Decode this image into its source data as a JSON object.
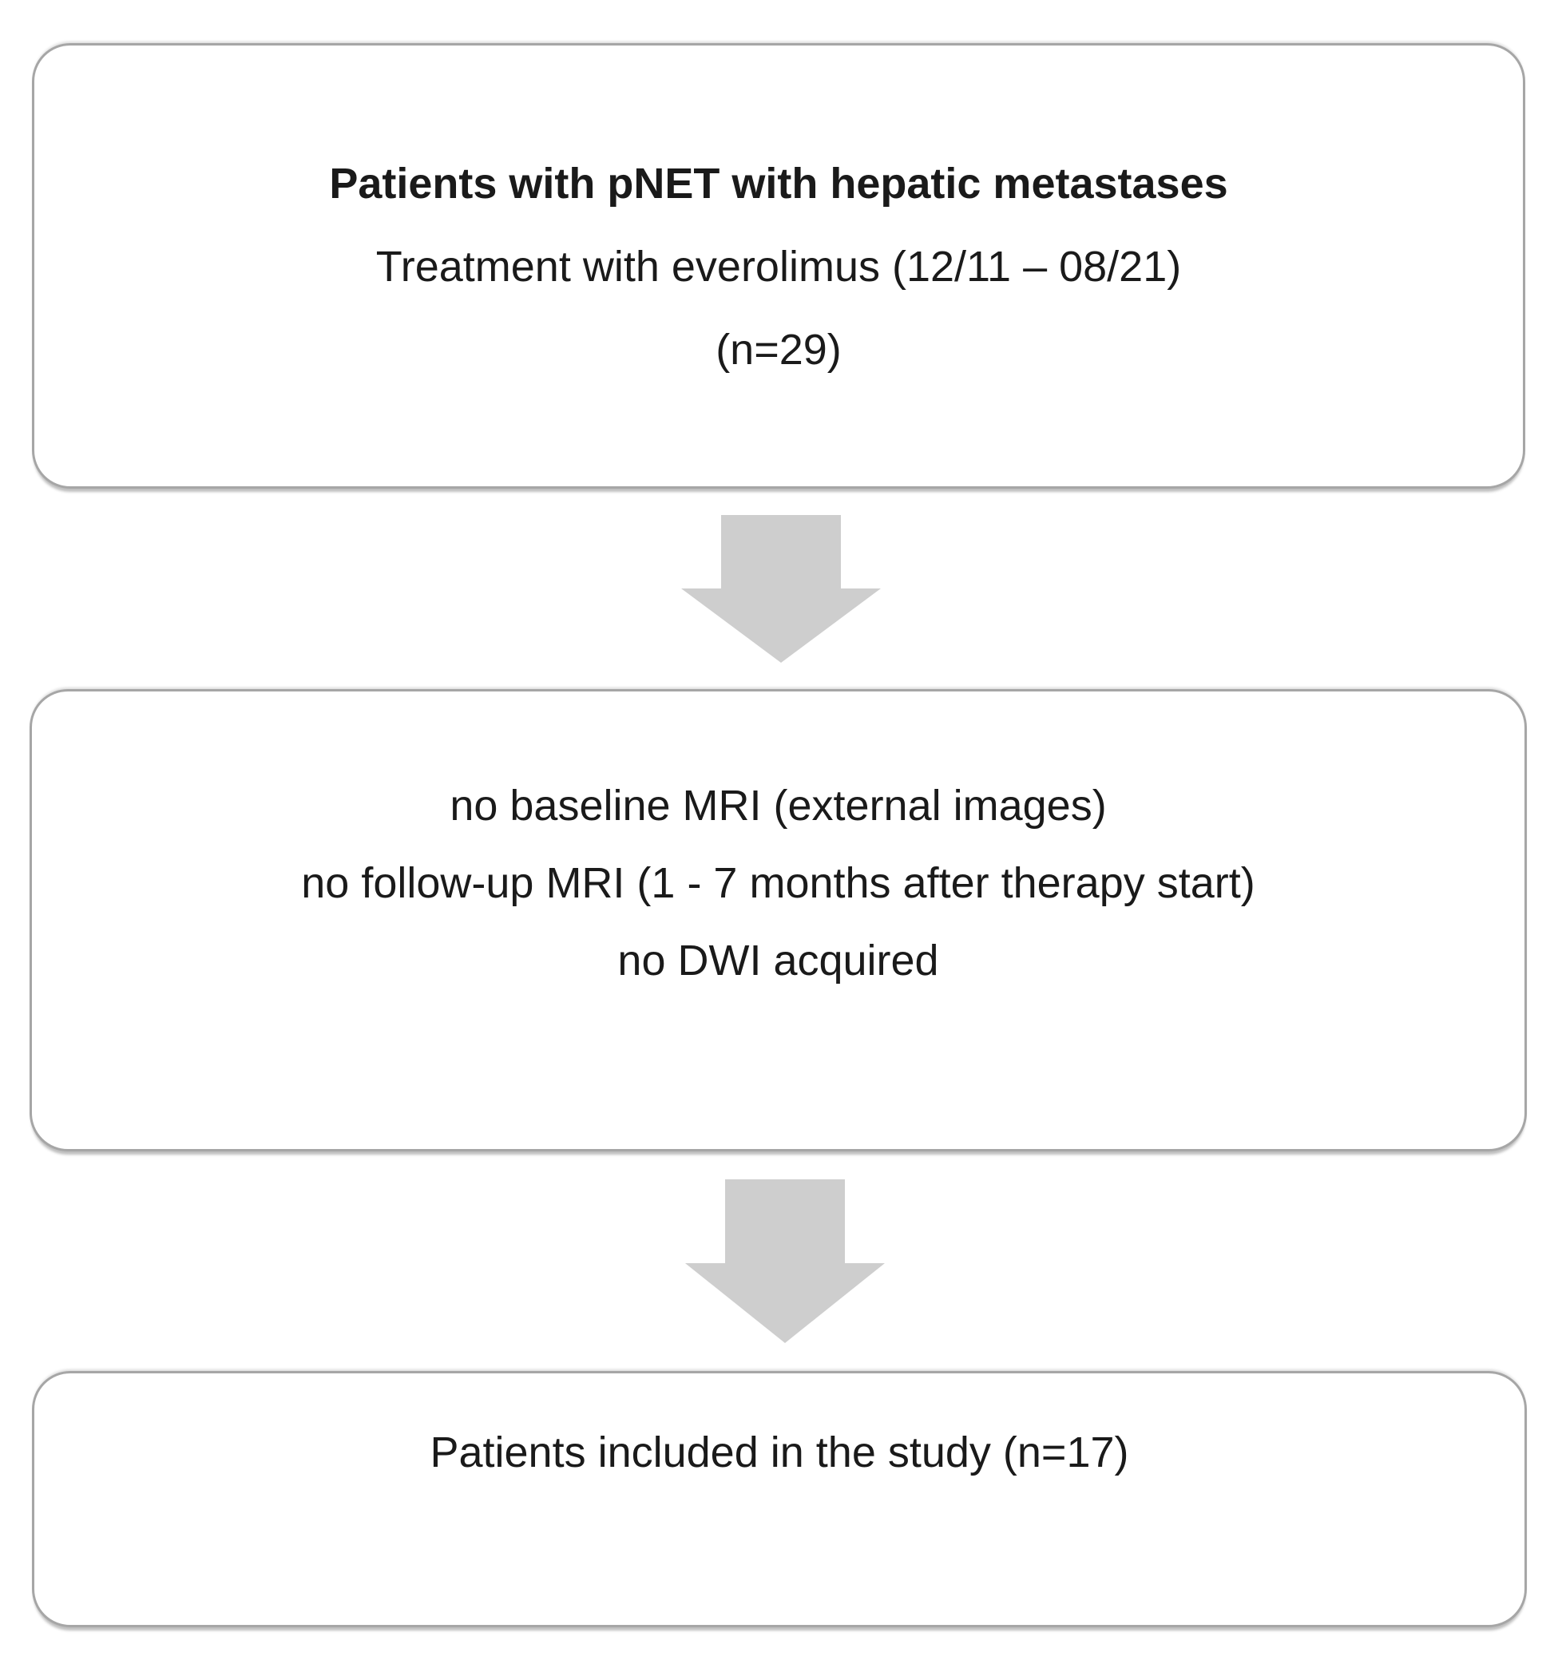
{
  "flowchart": {
    "box_initial": {
      "lines": [
        "Patients with pNET with hepatic metastases",
        "Treatment with everolimus (12/11 – 08/21)",
        "(n=29)"
      ]
    },
    "box_excluded": {
      "lines": [
        "no baseline MRI (external images)",
        "no follow-up MRI (1 - 7 months after therapy start)",
        "no DWI acquired"
      ]
    },
    "box_included": {
      "lines": [
        "Patients included in the study (n=17)"
      ]
    }
  },
  "colors": {
    "box_border": "#a6a6a6",
    "arrow_fill": "#cecece",
    "text_color": "#1a1a1a",
    "bg": "#ffffff"
  }
}
